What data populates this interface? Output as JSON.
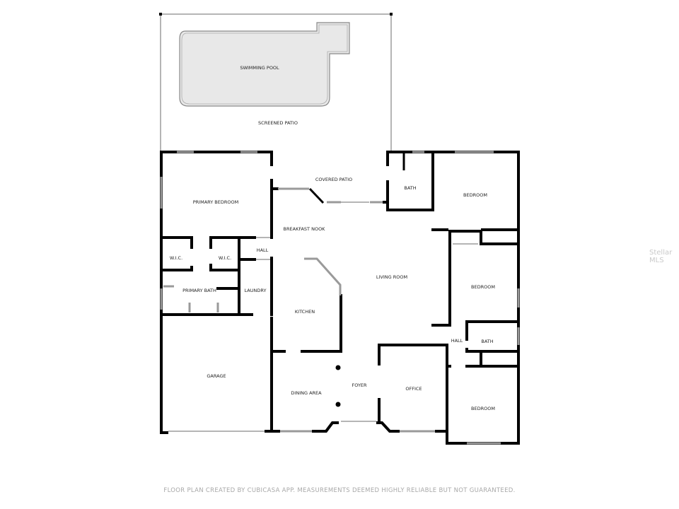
{
  "rooms": {
    "swimming_pool": "SWIMMING POOL",
    "screened_patio": "SCREENED PATIO",
    "covered_patio": "COVERED PATIO",
    "bath_top": "BATH",
    "bedroom_top": "BEDROOM",
    "primary_bedroom": "PRIMARY BEDROOM",
    "breakfast_nook": "BREAKFAST NOOK",
    "wic_left": "W.I.C.",
    "wic_right": "W.I.C.",
    "hall_left": "HALL",
    "primary_bath": "PRIMARY BATH",
    "laundry": "LAUNDRY",
    "living_room": "LIVING ROOM",
    "bedroom_middle": "BEDROOM",
    "kitchen": "KITCHEN",
    "hall_right": "HALL",
    "bath_right": "BATH",
    "garage": "GARAGE",
    "dining_area": "DINING AREA",
    "foyer": "FOYER",
    "office": "OFFICE",
    "bedroom_bottom": "BEDROOM"
  },
  "watermark": "Stellar MLS",
  "footer": "FLOOR PLAN CREATED BY CUBICASA APP. MEASUREMENTS DEEMED HIGHLY RELIABLE BUT NOT GUARANTEED.",
  "colors": {
    "wall": "#000000",
    "pool_fill": "#e8e8e8",
    "window": "#9a9a9a",
    "footer_text": "#a8a8a8"
  }
}
